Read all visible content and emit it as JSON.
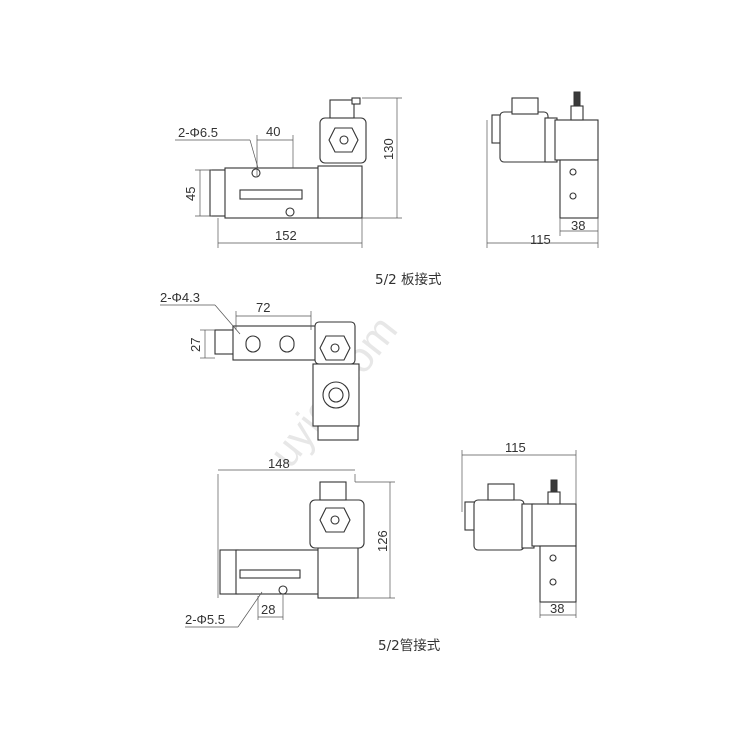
{
  "watermark": "uyiqi.com",
  "captions": {
    "plate": "5/2 板接式",
    "pipe": "5/2管接式"
  },
  "top_front": {
    "hole": "2-Φ6.5",
    "spacing": "40",
    "height": "45",
    "length": "152",
    "total_height": "130"
  },
  "top_side": {
    "width": "115",
    "base": "38"
  },
  "middle_top": {
    "hole": "2-Φ4.3",
    "spacing": "72",
    "width": "27"
  },
  "bottom_front": {
    "length": "148",
    "total_height": "126",
    "hole": "2-Φ5.5",
    "spacing": "28"
  },
  "bottom_side": {
    "width": "115",
    "base": "38"
  }
}
